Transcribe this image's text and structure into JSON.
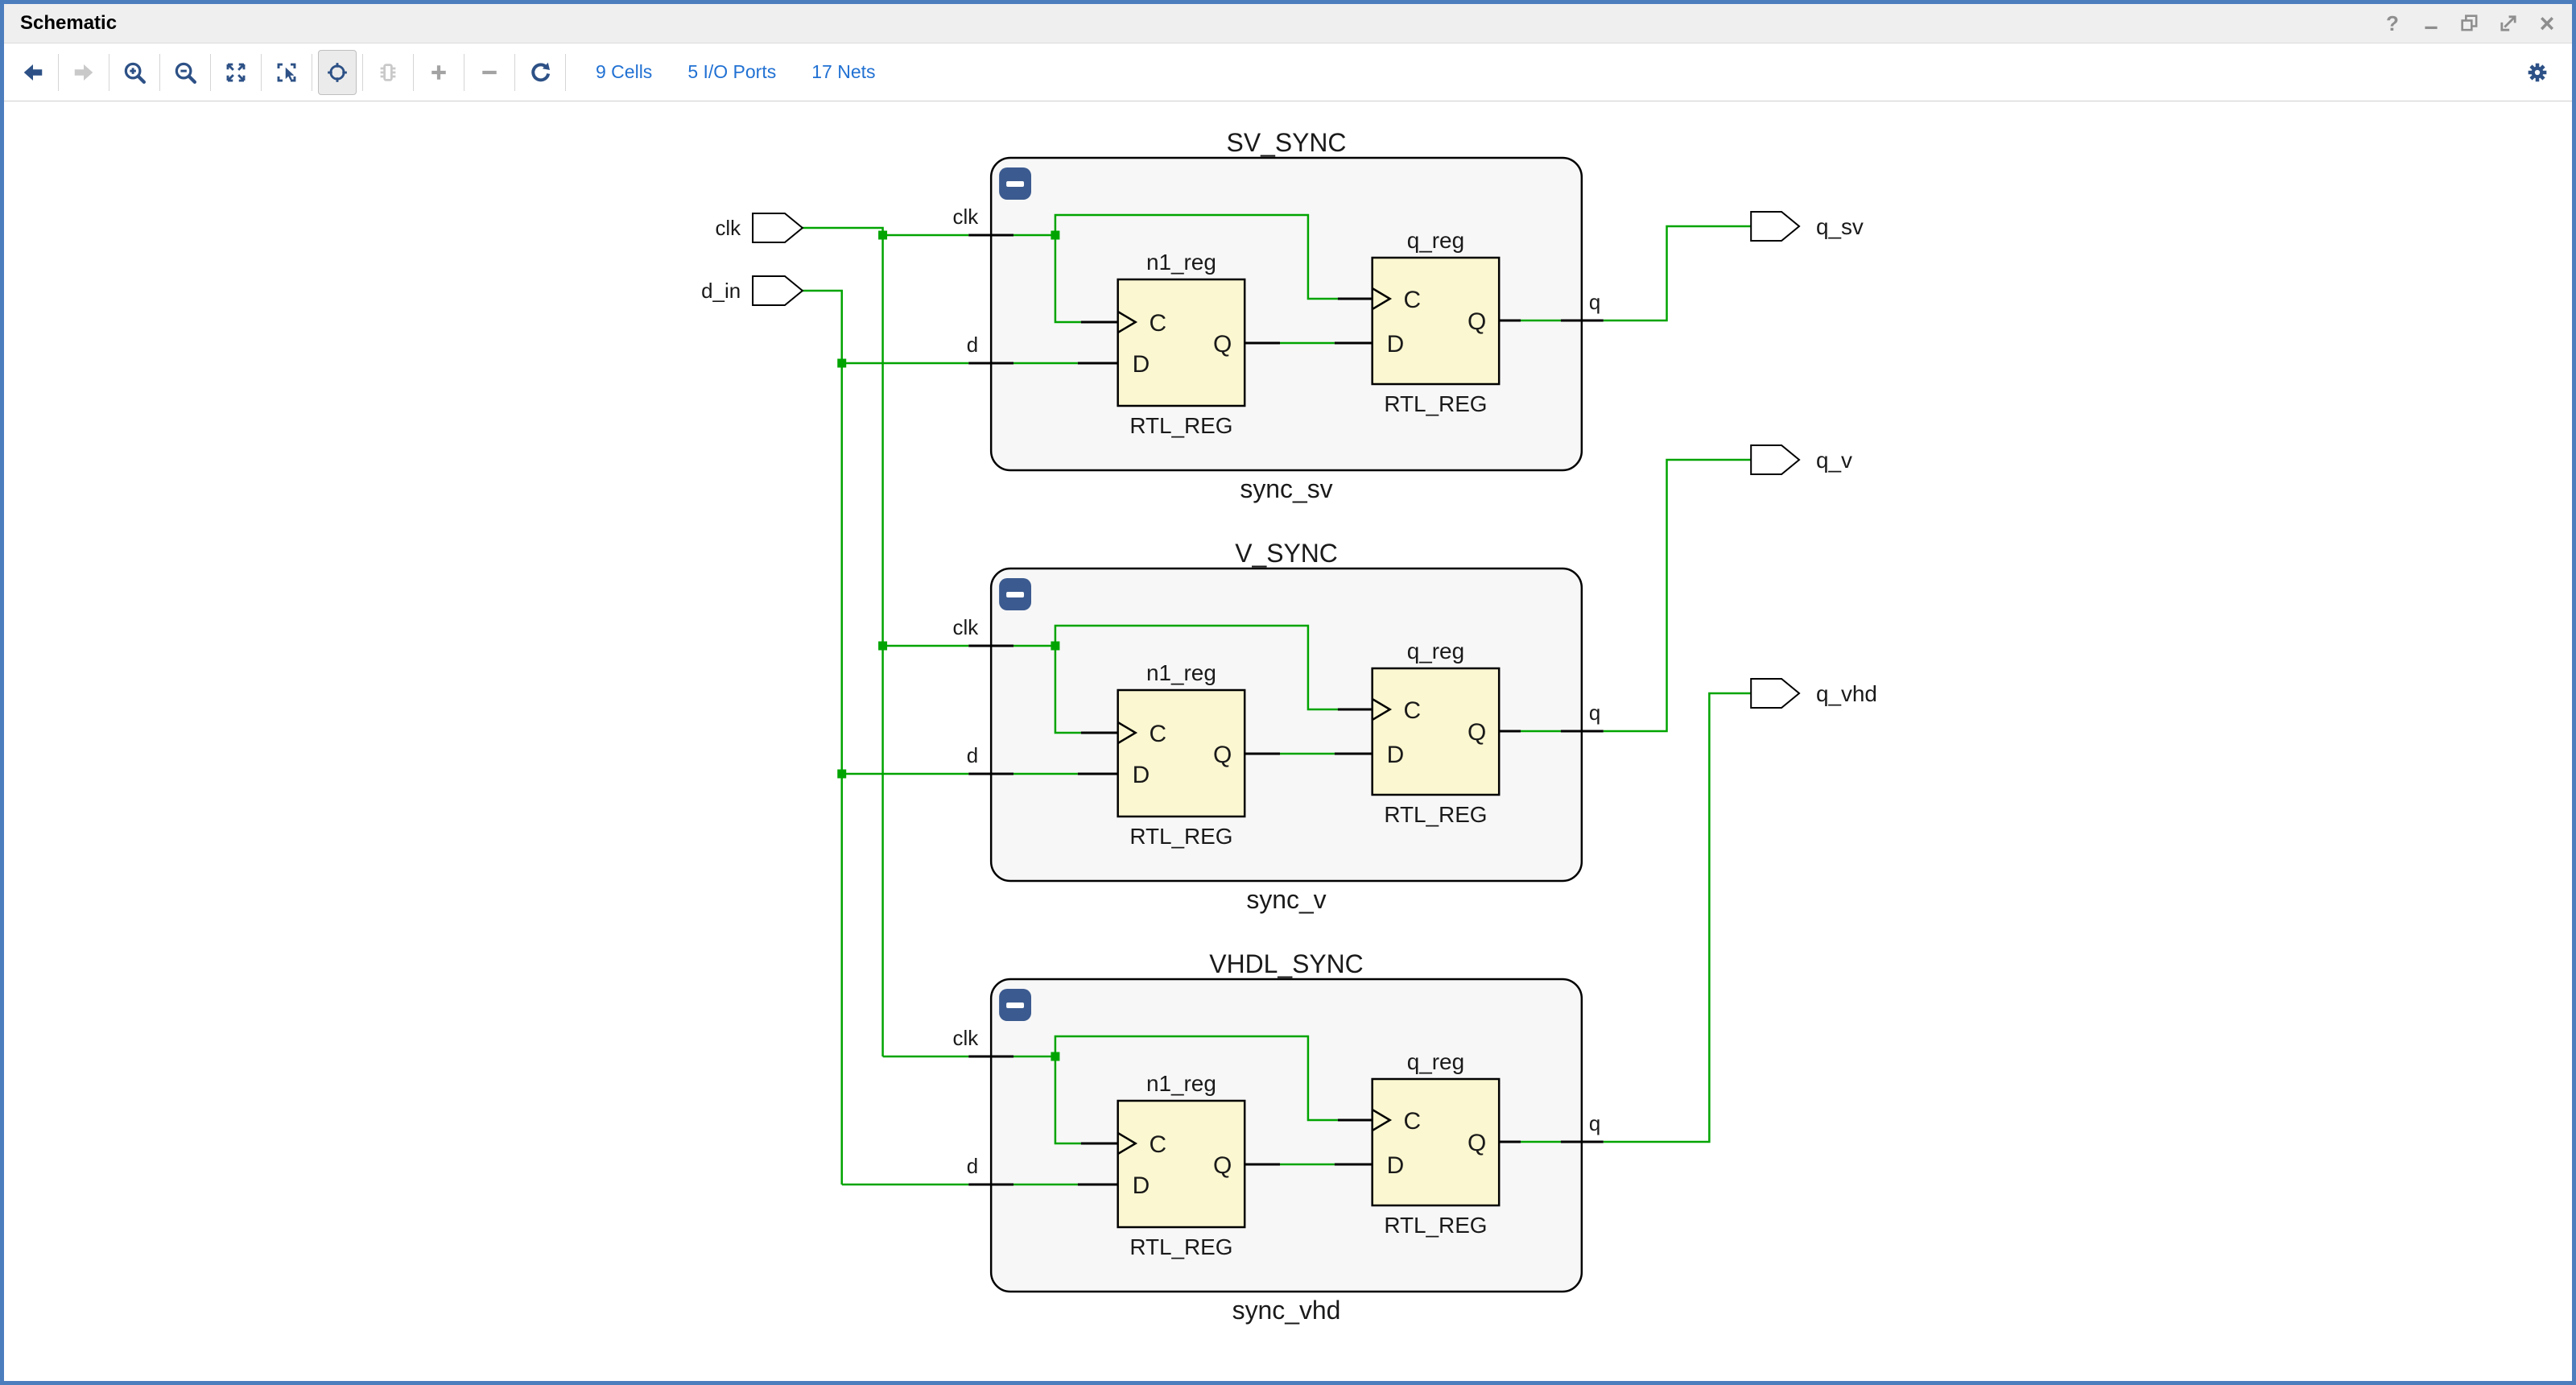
{
  "window": {
    "title": "Schematic",
    "controls": {
      "help": "?",
      "minimize": "–",
      "close": "×"
    }
  },
  "toolbar": {
    "buttons": [
      {
        "name": "back",
        "state": "enabled"
      },
      {
        "name": "forward",
        "state": "disabled"
      },
      {
        "name": "zoom-in",
        "state": "enabled"
      },
      {
        "name": "zoom-out",
        "state": "enabled"
      },
      {
        "name": "zoom-fit",
        "state": "enabled"
      },
      {
        "name": "zoom-to-selection",
        "state": "enabled"
      },
      {
        "name": "autofit-selection",
        "state": "selected"
      },
      {
        "name": "expand-cone",
        "state": "disabled"
      },
      {
        "name": "expand",
        "state": "disabled"
      },
      {
        "name": "collapse",
        "state": "disabled"
      },
      {
        "name": "regenerate",
        "state": "enabled"
      },
      {
        "name": "settings",
        "state": "enabled"
      }
    ],
    "links": [
      {
        "label": "9 Cells"
      },
      {
        "label": "5 I/O Ports"
      },
      {
        "label": "17 Nets"
      }
    ]
  },
  "schematic": {
    "input_ports": [
      {
        "label": "clk"
      },
      {
        "label": "d_in"
      }
    ],
    "output_ports": [
      {
        "label": "q_sv"
      },
      {
        "label": "q_v"
      },
      {
        "label": "q_vhd"
      }
    ],
    "blocks": [
      {
        "title": "SV_SYNC",
        "instance": "sync_sv",
        "pin_labels": {
          "clk": "clk",
          "d": "d",
          "q": "q"
        },
        "cells": [
          {
            "name": "n1_reg",
            "type": "RTL_REG",
            "pin_c": "C",
            "pin_d": "D",
            "pin_q": "Q"
          },
          {
            "name": "q_reg",
            "type": "RTL_REG",
            "pin_c": "C",
            "pin_d": "D",
            "pin_q": "Q"
          }
        ]
      },
      {
        "title": "V_SYNC",
        "instance": "sync_v",
        "pin_labels": {
          "clk": "clk",
          "d": "d",
          "q": "q"
        },
        "cells": [
          {
            "name": "n1_reg",
            "type": "RTL_REG",
            "pin_c": "C",
            "pin_d": "D",
            "pin_q": "Q"
          },
          {
            "name": "q_reg",
            "type": "RTL_REG",
            "pin_c": "C",
            "pin_d": "D",
            "pin_q": "Q"
          }
        ]
      },
      {
        "title": "VHDL_SYNC",
        "instance": "sync_vhd",
        "pin_labels": {
          "clk": "clk",
          "d": "d",
          "q": "q"
        },
        "cells": [
          {
            "name": "n1_reg",
            "type": "RTL_REG",
            "pin_c": "C",
            "pin_d": "D",
            "pin_q": "Q"
          },
          {
            "name": "q_reg",
            "type": "RTL_REG",
            "pin_c": "C",
            "pin_d": "D",
            "pin_q": "Q"
          }
        ]
      }
    ],
    "colors": {
      "net": "#00a400",
      "cell_fill": "#fbf7d0",
      "block_fill": "#f7f7f7",
      "collapse_button": "#3b5a8f",
      "toolbar_icon": "#2d5186",
      "link_blue": "#2171d3"
    }
  }
}
